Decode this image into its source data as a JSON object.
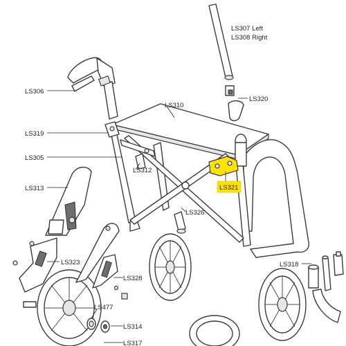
{
  "diagram": {
    "labels": {
      "ls307": "LS307 Left",
      "ls308": "LS308 Right",
      "ls306": "LS306",
      "ls310": "LS310",
      "ls320": "LS320",
      "ls319": "LS319",
      "ls305": "LS305",
      "ls312": "LS312",
      "ls313": "LS313",
      "ls321": "LS321",
      "ls326": "LS326",
      "ls323": "LS323",
      "ls328": "LS328",
      "ls318": "LS318",
      "ls477": "LS477",
      "ls314": "LS314",
      "ls317": "LS317"
    },
    "highlight_color": "#ffe300",
    "highlighted_part": "ls321"
  }
}
